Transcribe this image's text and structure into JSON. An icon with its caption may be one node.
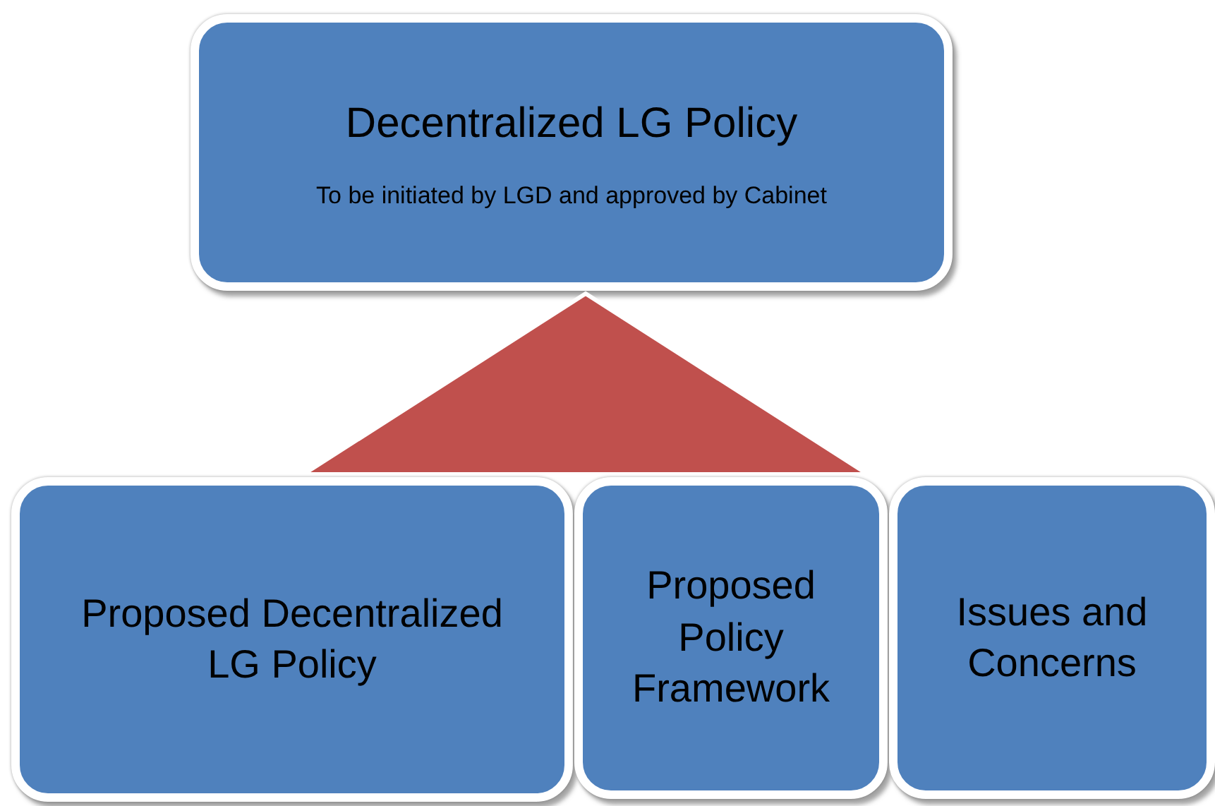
{
  "diagram": {
    "nodes": [
      {
        "text": [
          "Decentralized LG Policy",
          "To be initiated by LGD and approved by Cabinet"
        ]
      },
      {
        "text": [],
        "shape": "triangle"
      },
      {
        "text": [
          "Proposed Decentralized LG Policy"
        ]
      },
      {
        "text": [
          "Proposed Policy Framework"
        ]
      },
      {
        "text": [
          "Issues and Concerns"
        ]
      }
    ]
  }
}
